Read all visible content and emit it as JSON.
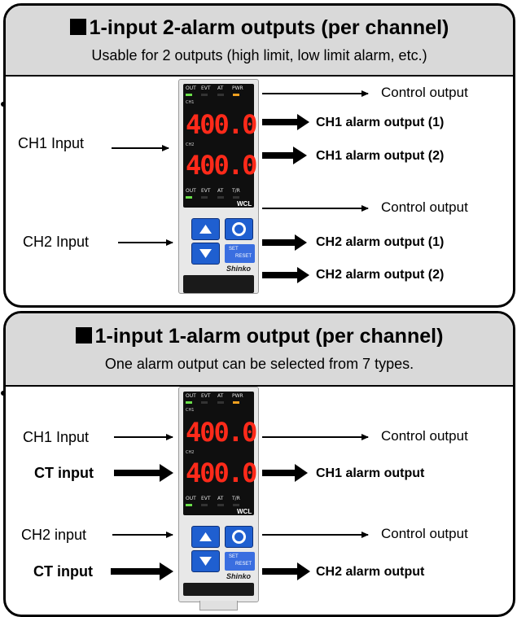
{
  "panel_top": {
    "title": "1-input 2-alarm outputs (per channel)",
    "subtitle": "Usable for 2 outputs (high limit, low limit alarm, etc.)",
    "labels": {
      "ch1_input": "CH1 Input",
      "ch2_input": "CH2 Input",
      "control_output_1": "Control output",
      "ch1_alarm_1": "CH1 alarm output (1)",
      "ch1_alarm_2": "CH1 alarm output (2)",
      "control_output_2": "Control output",
      "ch2_alarm_1": "CH2 alarm output (1)",
      "ch2_alarm_2": "CH2 alarm output (2)"
    }
  },
  "panel_bottom": {
    "title": "1-input 1-alarm output (per channel)",
    "subtitle": "One alarm output can be selected from 7 types.",
    "labels": {
      "ch1_input": "CH1 Input",
      "ct_input_1": "CT input",
      "ch2_input": "CH2 input",
      "ct_input_2": "CT input",
      "control_output_1": "Control output",
      "ch1_alarm": "CH1 alarm output",
      "control_output_2": "Control output",
      "ch2_alarm": "CH2 alarm output"
    }
  },
  "device": {
    "indicators_top": [
      "OUT",
      "EVT",
      "AT",
      "PWR"
    ],
    "indicators_bottom": [
      "OUT",
      "EVT",
      "AT",
      "T/R"
    ],
    "ch1_label": "CH1",
    "ch2_label": "CH2",
    "display_value": "400.0",
    "model": "WCL",
    "set_label": "SET",
    "reset_label": "RESET",
    "brand": "Shinko"
  }
}
